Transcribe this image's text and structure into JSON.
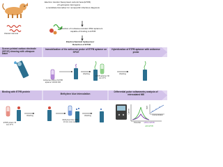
{
  "header": {
    "line1": "Electron transfer flavoprotein subunit beta (ETFB)",
    "line2": "of Leptospira interrogans",
    "line3": "a candidate biomarker for nonspecific infectious diagnosis"
  },
  "selection": {
    "line1": "Selection of nuclease-resistant RNA aptamers",
    "line2": "capable of binding to ETFB"
  },
  "detection": {
    "line1": "Electrochemical Aptasensor",
    "line2": "Detection of ETFB"
  },
  "left_labels": {
    "infected_mammal": "Infected mammal",
    "electrode": "Screen printed carbon electrode (SPCE) cleaning with ultrapure water",
    "binding": "Binding with ETFB protein"
  },
  "steps": {
    "immobilization": "Immobilization of the antisense probe of ETFB aptamer on SPCE",
    "hybridization": "Hybridization of ETFB aptamer with antisense probe",
    "intercalation": "Methylene blue intercalation",
    "dpv": "Differential pulse voltammetry analysis of intercalated MB"
  },
  "captions": {
    "antisense": "Antisense probe of ETFB aptamer 100nM 30h",
    "washing1": "Washing",
    "etfb_aptamer": "ETFB aptamer 90 min 37°C",
    "washing2": "Washing",
    "etfb_protein": "ETFB protein 30 min 37°C",
    "washing3": "Washing",
    "mb": "Methylene blue (MB) 10 min room temp.",
    "washing4": "Washing",
    "without": "without ETFB",
    "with": "with ETFB",
    "current": "Current",
    "concentration": "Concentration",
    "potential": "Potential",
    "ippa": "ippa"
  },
  "colors": {
    "band": "#c9b6e4",
    "band_dark": "#8f77c0",
    "electrode_body": "#2b6f8f",
    "electrode_strip": "#9ec5d6",
    "aptamer_green": "#3fae3a",
    "probe_purple": "#7a3aa8",
    "protein_red": "#d14b3c",
    "mb_blue": "#2f5fb3"
  }
}
